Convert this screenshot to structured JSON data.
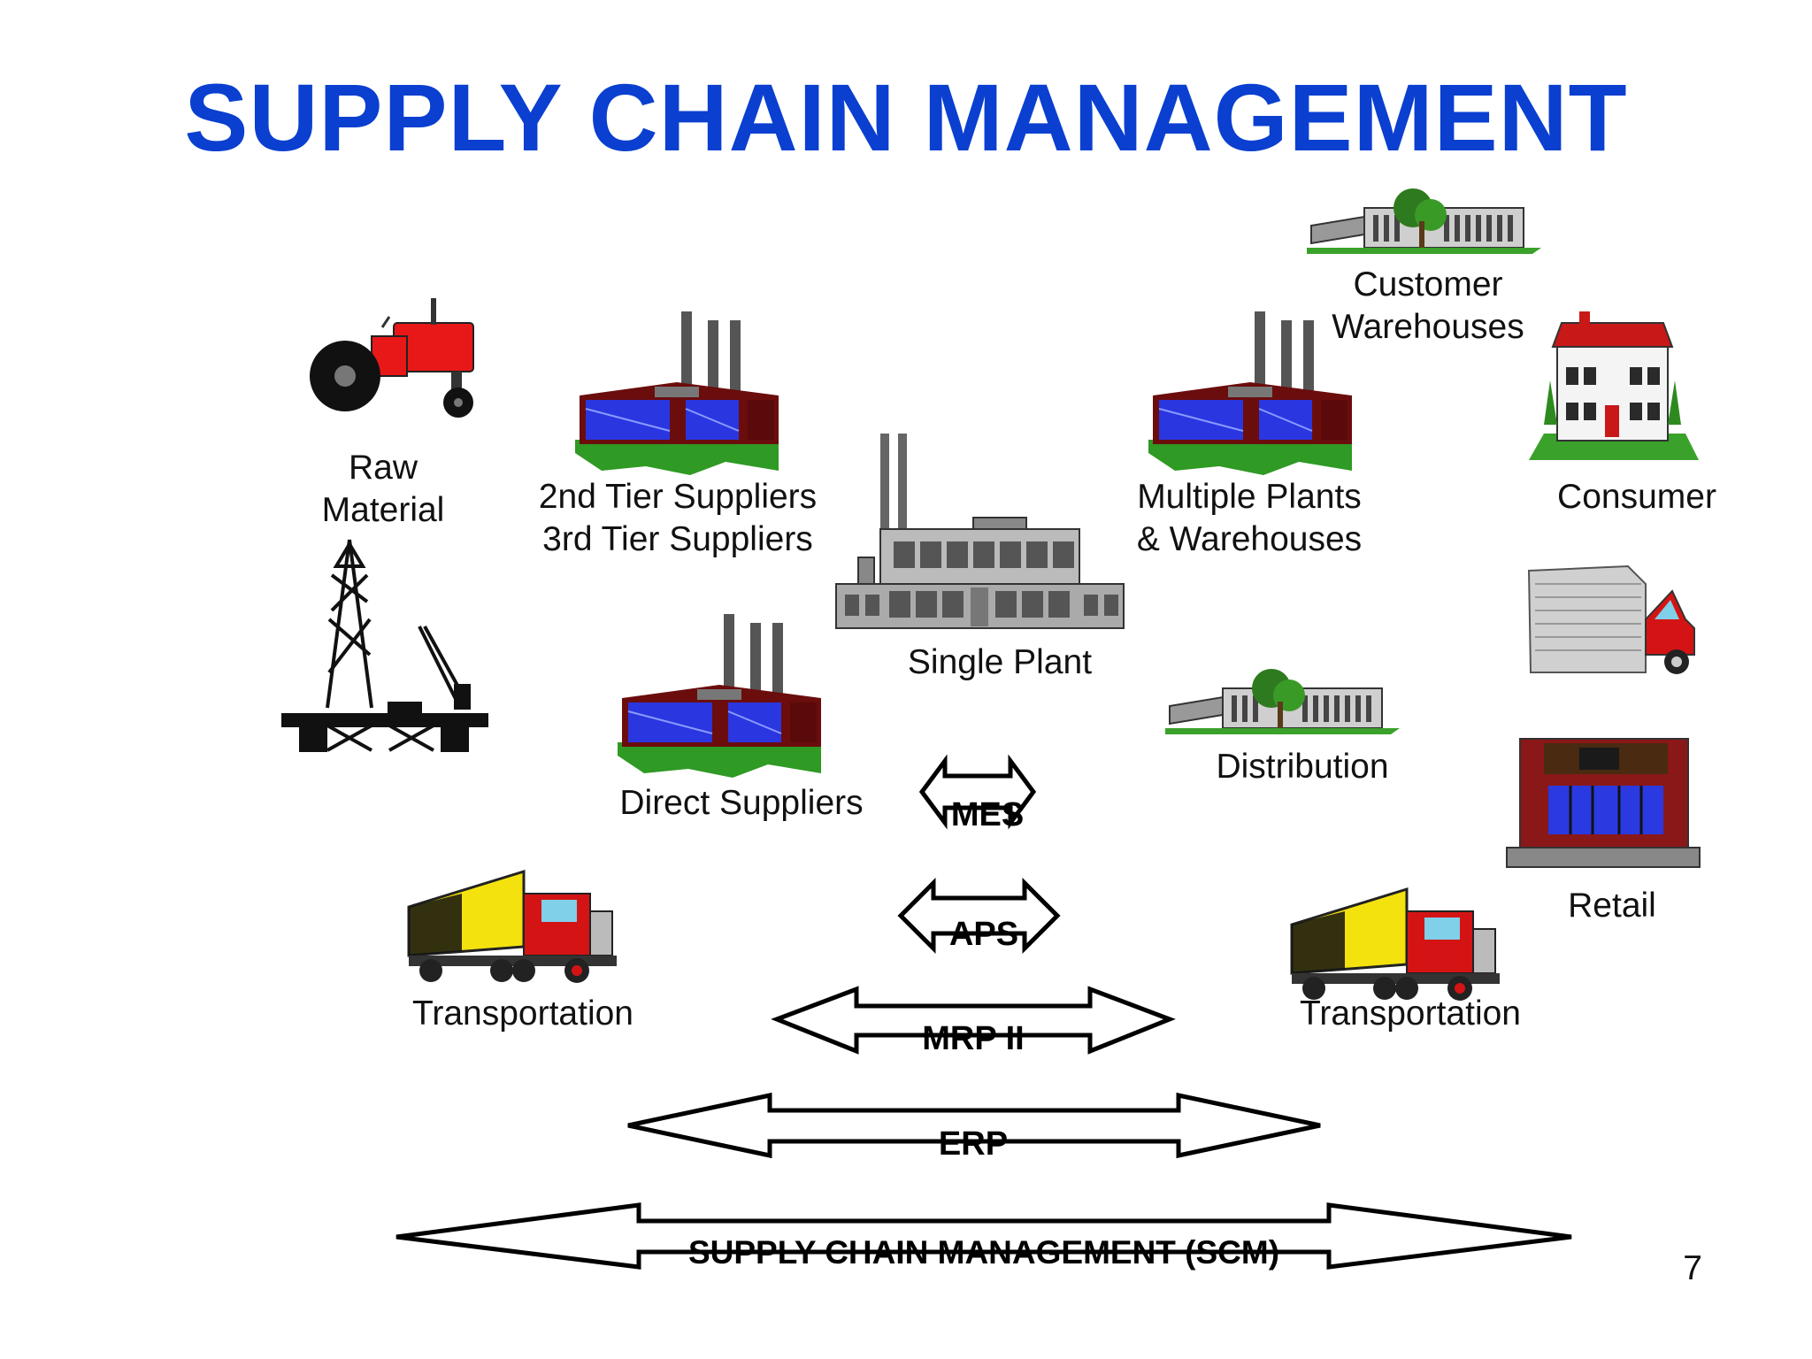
{
  "title": "SUPPLY CHAIN MANAGEMENT",
  "page_number": "7",
  "nodes": {
    "raw_material": [
      "Raw",
      "Material"
    ],
    "tier_suppliers": [
      "2nd Tier Suppliers",
      "3rd Tier Suppliers"
    ],
    "single_plant": "Single Plant",
    "direct_suppliers": "Direct Suppliers",
    "multiple_plants": [
      "Multiple Plants",
      "& Warehouses"
    ],
    "customer_warehouses": [
      "Customer",
      "Warehouses"
    ],
    "consumer": "Consumer",
    "distribution": "Distribution",
    "retail": "Retail",
    "transportation_left": "Transportation",
    "transportation_right": "Transportation"
  },
  "arrows": {
    "mes": "MES",
    "aps": "APS",
    "mrp": "MRP II",
    "erp": "ERP",
    "scm": "SUPPLY CHAIN MANAGEMENT (SCM)"
  },
  "colors": {
    "title": "#0a3fd0",
    "factory_wall": "#7a1010",
    "factory_glass": "#2a36e0",
    "grass": "#3aa12a",
    "truck_trailer": "#f5e60e",
    "truck_cab": "#d41414"
  }
}
